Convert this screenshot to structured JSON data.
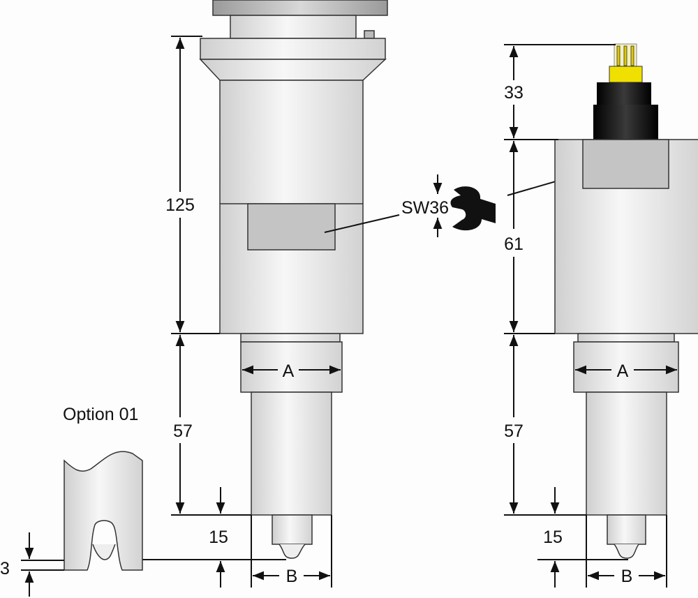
{
  "labels": {
    "dim_125": "125",
    "dim_57_left": "57",
    "dim_15_left": "15",
    "dim_A_left": "A",
    "dim_B_left": "B",
    "wrench_size": "SW36",
    "option_title": "Option 01",
    "dim_3": "3",
    "dim_33": "33",
    "dim_61": "61",
    "dim_57_right": "57",
    "dim_15_right": "15",
    "dim_A_right": "A",
    "dim_B_right": "B"
  },
  "colors": {
    "connector_yellow": "#f0e000",
    "connector_black": "#111111",
    "body_light": "#f2f2f2",
    "body_shade": "#cfcfcf",
    "wrench_flat": "#c4c4c4"
  }
}
